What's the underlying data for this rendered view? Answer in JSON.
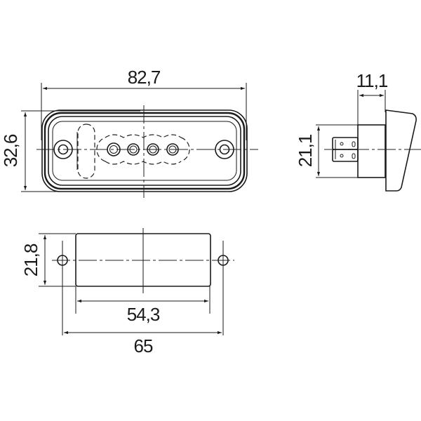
{
  "drawing": {
    "views": {
      "top_view": {
        "width_dimension": "82,7",
        "height_dimension": "32,6",
        "led_count": 4,
        "mounting_holes": 2
      },
      "side_view": {
        "depth_dimension": "11,1",
        "connector_height_dimension": "21,1"
      },
      "mounting_cutout_view": {
        "height_dimension": "21,8",
        "cutout_width_dimension": "54,3",
        "hole_spacing_dimension": "65"
      }
    },
    "colors": {
      "line": "#1a1a1a",
      "background": "#ffffff"
    }
  }
}
